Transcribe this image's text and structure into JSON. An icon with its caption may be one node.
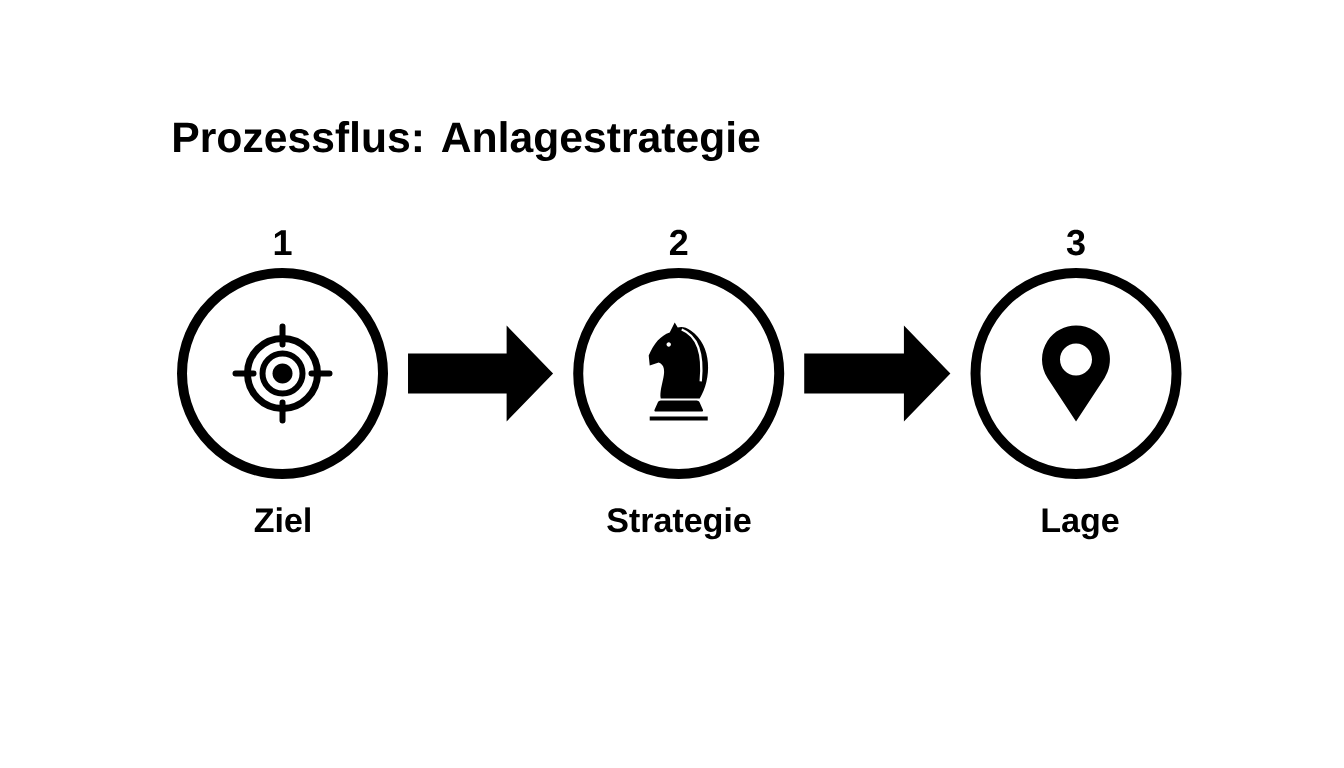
{
  "diagram": {
    "title": "Prozessflus: Anlagestrategie",
    "nodes": [
      {
        "text": [
          "1",
          "Ziel"
        ]
      },
      {
        "text": [
          "2",
          "Strategie"
        ]
      },
      {
        "text": [
          "3",
          "Lage"
        ]
      }
    ],
    "edges": [
      {
        "from": 0,
        "to": 1,
        "arrow": "to"
      },
      {
        "from": 1,
        "to": 2,
        "arrow": "to"
      }
    ]
  }
}
